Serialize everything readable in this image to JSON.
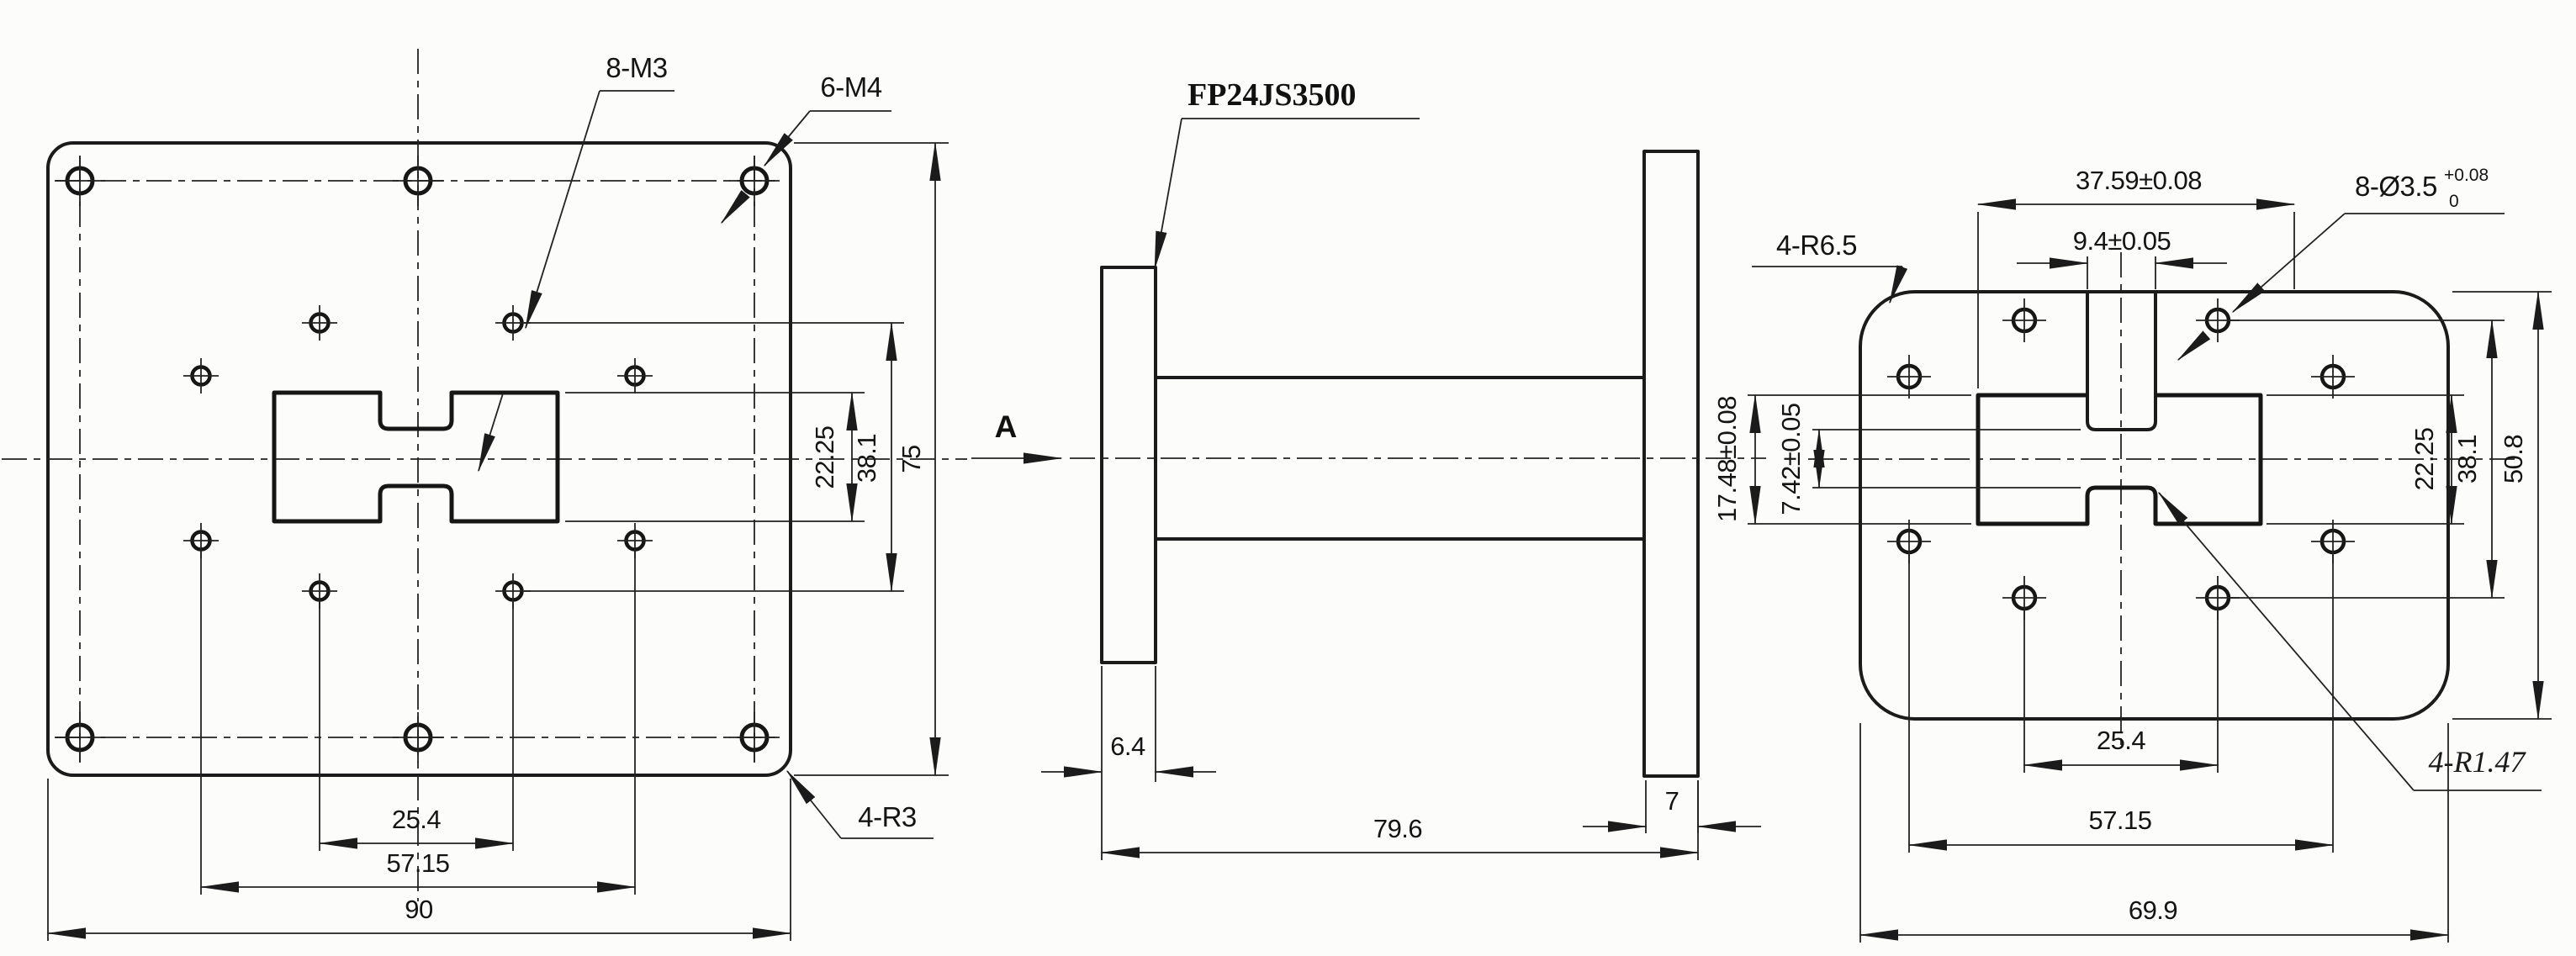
{
  "drawing": {
    "type": "waveguide-flange-engineering-drawing",
    "line_color": "#1b1b1b",
    "background": "#fcfcfb"
  },
  "labels": {
    "thread_m3": "8-M3",
    "thread_m4": "6-M4",
    "front_corner_radius": "4-R3",
    "part_number": "FP24JS3500",
    "view_letter": "A",
    "back_corner_radius": "4-R6.5",
    "back_holes_main": "8-Ø3.5",
    "back_holes_tol_plus": "+0.08",
    "back_holes_tol_minus": "0",
    "ridge_fillet_radius": "4-R1.47"
  },
  "dims": {
    "front": {
      "aperture_height": "22.25",
      "inner_hole_rows": "38.1",
      "flange_height": "75",
      "bottom_hole_pair": "25.4",
      "side_hole_columns": "57.15",
      "flange_width": "90"
    },
    "side": {
      "left_flange_thickness": "6.4",
      "overall_length": "79.6",
      "right_flange_thickness": "7"
    },
    "back": {
      "top_width": "37.59±0.08",
      "slot_width": "9.4±0.05",
      "aperture_height_left": "17.48±0.08",
      "ridge_gap": "7.42±0.05",
      "aperture_height_right": "22.25",
      "inner_hole_rows": "38.1",
      "flange_height": "50.8",
      "bottom_hole_pair": "25.4",
      "side_hole_columns": "57.15",
      "flange_width": "69.9"
    }
  }
}
